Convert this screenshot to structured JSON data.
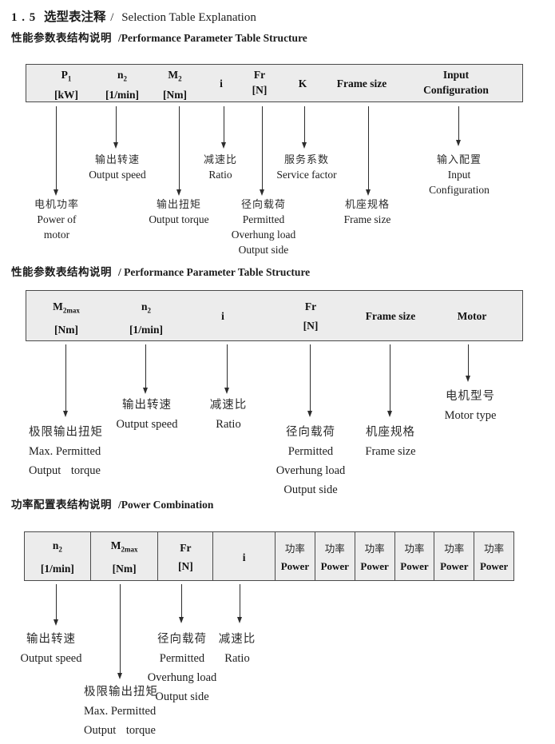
{
  "title": {
    "num": "1 . 5",
    "zh": "选型表注释",
    "sep": "/",
    "en": "Selection Table Explanation"
  },
  "sections": {
    "s1": {
      "heading_zh": "性能参数表结构说明",
      "heading_en": "/Performance Parameter Table Structure",
      "table": {
        "p1_sym": "P",
        "p1_sub": "1",
        "p1_unit": "[kW]",
        "n2_sym": "n",
        "n2_sub": "2",
        "n2_unit": "[1/min]",
        "m2_sym": "M",
        "m2_sub": "2",
        "m2_unit": "[Nm]",
        "i": "i",
        "fr_sym": "Fr",
        "fr_unit": "[N]",
        "k": "K",
        "frame": "Frame size",
        "input_l1": "Input",
        "input_l2": "Configuration"
      },
      "callouts": {
        "output_speed": {
          "zh": "输出转速",
          "en": "Output speed"
        },
        "ratio": {
          "zh": "减速比",
          "en": "Ratio"
        },
        "service_factor": {
          "zh": "服务系数",
          "en": "Service factor"
        },
        "input_config": {
          "zh": "输入配置",
          "en1": "Input",
          "en2": "Configuration"
        },
        "power_of_motor": {
          "zh": "电机功率",
          "en1": "Power of",
          "en2": "motor"
        },
        "output_torque": {
          "zh": "输出扭矩",
          "en": "Output torque"
        },
        "overhung": {
          "zh": "径向载荷",
          "en1": "Permitted",
          "en2": "Overhung load",
          "en3": "Output side"
        },
        "frame_size": {
          "zh": "机座规格",
          "en": "Frame size"
        }
      }
    },
    "s2": {
      "heading_zh": "性能参数表结构说明",
      "heading_en": "/ Performance Parameter Table Structure",
      "table": {
        "m2max_sym": "M",
        "m2max_sub": "2max",
        "m2max_unit": "[Nm]",
        "n2_sym": "n",
        "n2_sub": "2",
        "n2_unit": "[1/min]",
        "i": "i",
        "fr_sym": "Fr",
        "fr_unit": "[N]",
        "frame": "Frame size",
        "motor": "Motor"
      },
      "callouts": {
        "max_torque": {
          "zh": "极限输出扭矩",
          "en1": "Max. Permitted",
          "en2": "Output torque"
        },
        "output_speed": {
          "zh": "输出转速",
          "en": "Output speed"
        },
        "ratio": {
          "zh": "减速比",
          "en": "Ratio"
        },
        "overhung": {
          "zh": "径向载荷",
          "en1": "Permitted",
          "en2": "Overhung load",
          "en3": "Output side"
        },
        "frame_size": {
          "zh": "机座规格",
          "en": "Frame size"
        },
        "motor_type": {
          "zh": "电机型号",
          "en": "Motor type"
        }
      }
    },
    "s3": {
      "heading_zh": "功率配置表结构说明",
      "heading_en": "/Power Combination",
      "table": {
        "n2_sym": "n",
        "n2_sub": "2",
        "n2_unit": "[1/min]",
        "m2max_sym": "M",
        "m2max_sub": "2max",
        "m2max_unit": "[Nm]",
        "fr_sym": "Fr",
        "fr_unit": "[N]",
        "i": "i",
        "power_zh": "功率",
        "power_en": "Power",
        "power_count": 6
      },
      "callouts": {
        "output_speed": {
          "zh": "输出转速",
          "en": "Output speed"
        },
        "max_torque": {
          "zh": "极限输出扭矩",
          "en1": "Max. Permitted",
          "en2": "Output torque"
        },
        "overhung": {
          "zh": "径向载荷",
          "en1": "Permitted",
          "en2": "Overhung load",
          "en3": "Output side"
        },
        "ratio": {
          "zh": "减速比",
          "en": "Ratio"
        }
      }
    }
  }
}
